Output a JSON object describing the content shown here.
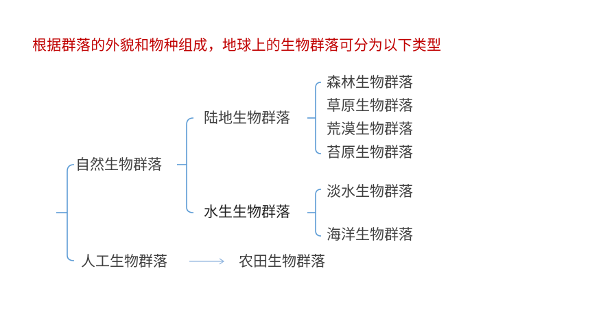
{
  "title": "根据群落的外貌和物种组成，地球上的生物群落可分为以下类型",
  "tree": {
    "natural": "自然生物群落",
    "terrestrial": "陆地生物群落",
    "terrestrial_children": [
      "森林生物群落",
      "草原生物群落",
      "荒漠生物群落",
      "苔原生物群落"
    ],
    "aquatic": "水生生物群落",
    "aquatic_children": [
      "淡水生物群落",
      "海洋生物群落"
    ],
    "artificial": "人工生物群落",
    "artificial_example": "农田生物群落"
  },
  "colors": {
    "title": "#c00000",
    "connector": "#5b9bd5",
    "text": "#404040"
  }
}
